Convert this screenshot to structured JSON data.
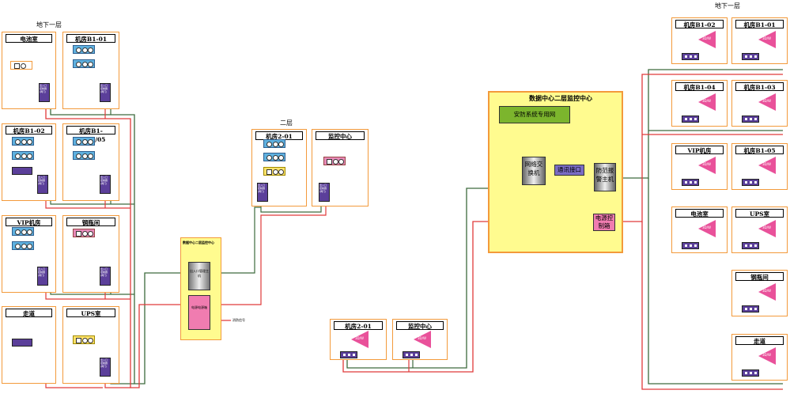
{
  "labels": {
    "b1_left": "地下一层",
    "b1_right": "地下一层",
    "floor2": "二层",
    "center_title": "数据中心二层监控中心",
    "small_center_title": "数据中心二层监控中心",
    "fire_signal": "消防信号"
  },
  "rooms_left": [
    {
      "id": "battery",
      "name": "电池室"
    },
    {
      "id": "b1-01",
      "name": "机房B1-01"
    },
    {
      "id": "b1-02",
      "name": "机房B1-02"
    },
    {
      "id": "b1-030405",
      "name": "机房B1-03/04/05"
    },
    {
      "id": "vip",
      "name": "VIP机房"
    },
    {
      "id": "cylinder",
      "name": "钢瓶间"
    },
    {
      "id": "corridor",
      "name": "走道"
    },
    {
      "id": "ups",
      "name": "UPS室"
    }
  ],
  "rooms_floor2": [
    {
      "id": "r201",
      "name": "机房2-01"
    },
    {
      "id": "monitor",
      "name": "监控中心"
    }
  ],
  "rooms_bottom": [
    {
      "id": "r201b",
      "name": "机房2-01"
    },
    {
      "id": "monitorb",
      "name": "监控中心"
    }
  ],
  "rooms_right": [
    {
      "id": "rb102",
      "name": "机房B1-02"
    },
    {
      "id": "rb101",
      "name": "机房B1-01"
    },
    {
      "id": "rb104",
      "name": "机房B1-04"
    },
    {
      "id": "rb103",
      "name": "机房B1-03"
    },
    {
      "id": "rvip",
      "name": "VIP机房"
    },
    {
      "id": "rb105",
      "name": "机房B1-05"
    },
    {
      "id": "rbat",
      "name": "电池室"
    },
    {
      "id": "rups",
      "name": "UPS室"
    },
    {
      "id": "rcyl",
      "name": "钢瓶间"
    },
    {
      "id": "rcor",
      "name": "走道"
    }
  ],
  "center": {
    "security_net": "安防系统专用网",
    "switch": "网络交换机",
    "comm": "通讯接口",
    "alarm_host": "防范报警主机",
    "power_ctrl": "电源控制箱"
  },
  "small_center": {
    "host": "出入口管理主机",
    "power": "电源电源箱"
  },
  "ctrl_text": [
    "出入口",
    "控制器",
    "(两门)"
  ]
}
